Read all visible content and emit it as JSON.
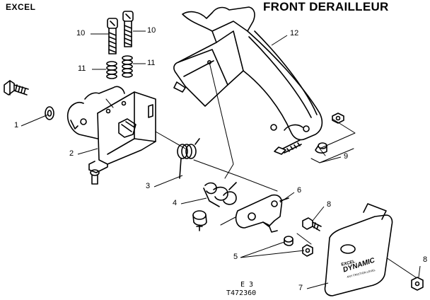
{
  "header": {
    "brand": "EXCEL",
    "title": "FRONT DERAILLEUR"
  },
  "callouts": [
    {
      "id": "p1",
      "number": "1"
    },
    {
      "id": "p2",
      "number": "2"
    },
    {
      "id": "p3",
      "number": "3"
    },
    {
      "id": "p4",
      "number": "4"
    },
    {
      "id": "p5",
      "number": "5"
    },
    {
      "id": "p6",
      "number": "6"
    },
    {
      "id": "p7",
      "number": "7"
    },
    {
      "id": "p8a",
      "number": "8"
    },
    {
      "id": "p8b",
      "number": "8"
    },
    {
      "id": "p9",
      "number": "9"
    },
    {
      "id": "p10a",
      "number": "10"
    },
    {
      "id": "p10b",
      "number": "10"
    },
    {
      "id": "p11a",
      "number": "11"
    },
    {
      "id": "p11b",
      "number": "11"
    },
    {
      "id": "p12",
      "number": "12"
    }
  ],
  "plate": {
    "logo_text_top": "EXCEL",
    "logo_text_main": "DYNAMIC",
    "logo_text_small": "ANY FRICTION LEVEL"
  },
  "footer": {
    "page_code": "E 3",
    "drawing_number": "T472360"
  }
}
